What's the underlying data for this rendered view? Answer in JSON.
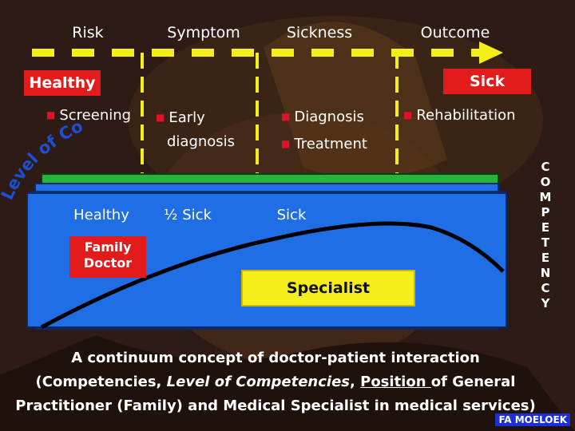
{
  "stages": [
    "Risk",
    "Symptom",
    "Sickness",
    "Outcome"
  ],
  "labels": {
    "healthy": "Healthy",
    "sick": "Sick"
  },
  "bullets": {
    "screening": "Screening",
    "early_diagnosis": [
      "Early",
      "diagnosis"
    ],
    "diagnosis": "Diagnosis",
    "treatment": "Treatment",
    "rehabilitation": "Rehabilitation"
  },
  "curved_text": "Level of Competencies",
  "chart_labels": {
    "healthy": "Healthy",
    "half_sick": "½ Sick",
    "sick": "Sick"
  },
  "family_doctor": [
    "Family",
    "Doctor"
  ],
  "specialist": "Specialist",
  "competency_letters": [
    "C",
    "O",
    "M",
    "P",
    "E",
    "T",
    "E",
    "N",
    "C",
    "Y"
  ],
  "caption": {
    "line1": "A continuum concept of  doctor-patient interaction",
    "line2_before": "(Competencies, ",
    "line2_italic": "Level of Competencies",
    "line2_mid": ", ",
    "line2_underlined": "Position ",
    "line2_after": "of  General",
    "line3": "Practitioner (Family) and Medical Specialist  in medical services)"
  },
  "credit": "FA MOELOEK",
  "colors": {
    "arrow": "#f4ef1a",
    "labelRed": "#e41b1b",
    "bullet": "#e0122a",
    "green": "#27b43a",
    "blue": "#1f70e8",
    "lightBlue": "#4aa6ff",
    "curve": "#000000"
  }
}
